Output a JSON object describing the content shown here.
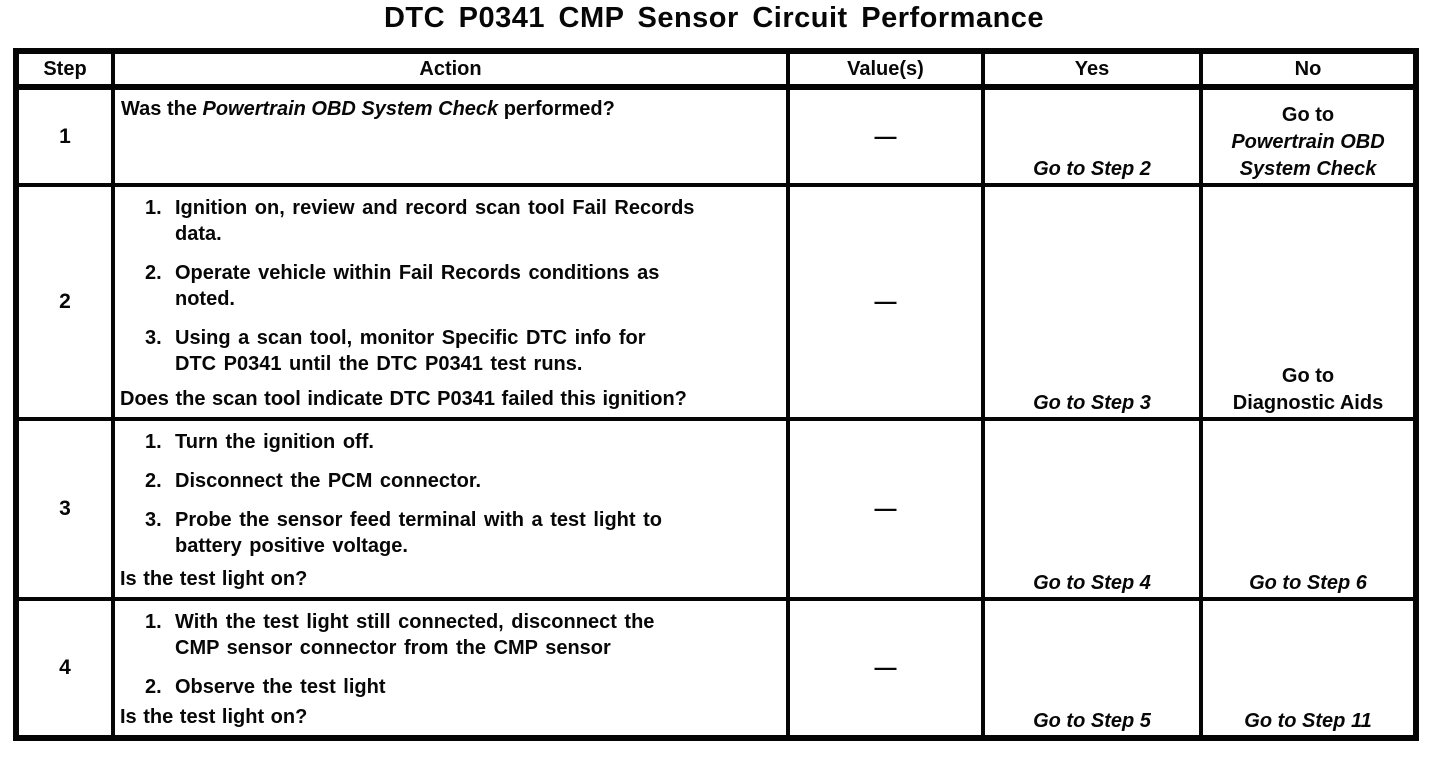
{
  "title": "DTC P0341 CMP Sensor Circuit Performance",
  "table": {
    "headers": {
      "step": "Step",
      "action": "Action",
      "values": "Value(s)",
      "yes": "Yes",
      "no": "No"
    },
    "rows": [
      {
        "step": "1",
        "action_pre": "Was the ",
        "action_em": "Powertrain OBD System Check",
        "action_post": " performed?",
        "value": "—",
        "yes": "Go to Step 2",
        "no_line1": "Go to",
        "no_line2": "Powertrain OBD",
        "no_line3": "System Check"
      },
      {
        "step": "2",
        "items": [
          {
            "num": "1.",
            "text": "Ignition on, review and record scan tool Fail Records\ndata."
          },
          {
            "num": "2.",
            "text": "Operate vehicle within Fail Records conditions as\nnoted."
          },
          {
            "num": "3.",
            "text": "Using a scan tool, monitor Specific DTC info for\nDTC P0341 until the DTC P0341 test runs."
          }
        ],
        "question": "Does the scan tool indicate DTC P0341 failed this ignition?",
        "value": "—",
        "yes": "Go to Step 3",
        "no_line1": "Go to",
        "no_line2": "Diagnostic Aids"
      },
      {
        "step": "3",
        "items": [
          {
            "num": "1.",
            "text": "Turn the ignition off."
          },
          {
            "num": "2.",
            "text": "Disconnect the PCM connector."
          },
          {
            "num": "3.",
            "text": "Probe the sensor feed terminal with a test light to\nbattery positive voltage."
          }
        ],
        "question": "Is the test light on?",
        "value": "—",
        "yes": "Go to Step 4",
        "no": "Go to Step 6"
      },
      {
        "step": "4",
        "items": [
          {
            "num": "1.",
            "text": "With the test light still connected, disconnect the\nCMP sensor connector from the CMP sensor"
          },
          {
            "num": "2.",
            "text": "Observe the test light"
          }
        ],
        "question": "Is the test light on?",
        "value": "—",
        "yes": "Go to Step 5",
        "no": "Go to Step 11"
      }
    ]
  }
}
